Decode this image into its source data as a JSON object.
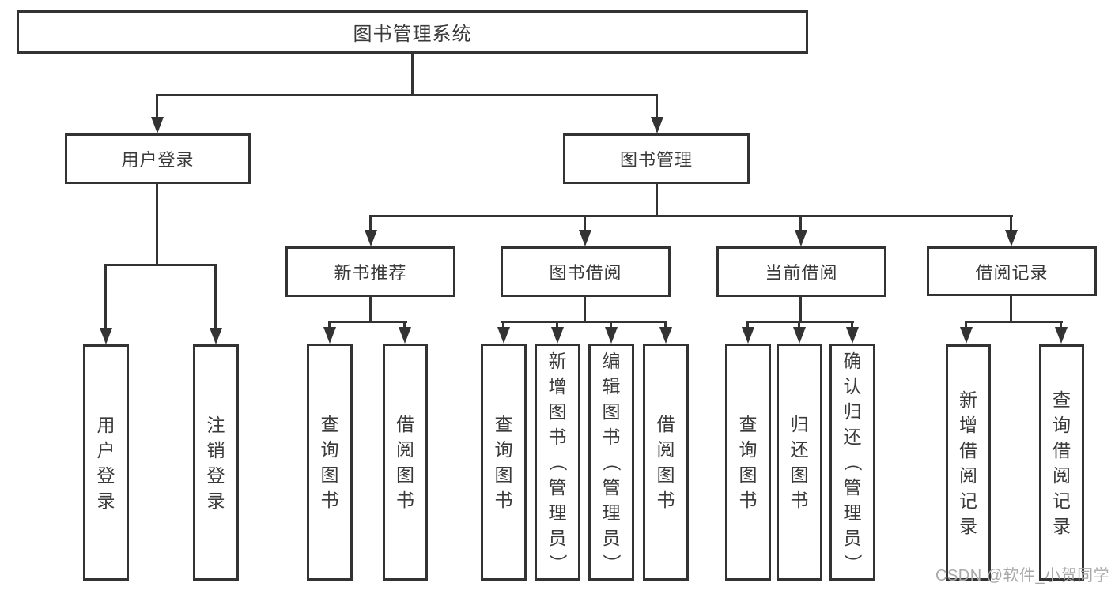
{
  "tree": {
    "label": "图书管理系统",
    "children": [
      {
        "label": "用户登录",
        "children": [
          {
            "label": "用户登录"
          },
          {
            "label": "注销登录"
          }
        ]
      },
      {
        "label": "图书管理",
        "children": [
          {
            "label": "新书推荐",
            "children": [
              {
                "label": "查询图书"
              },
              {
                "label": "借阅图书"
              }
            ]
          },
          {
            "label": "图书借阅",
            "children": [
              {
                "label": "查询图书"
              },
              {
                "label": "新增图书（管理员）"
              },
              {
                "label": "编辑图书（管理员）"
              },
              {
                "label": "借阅图书"
              }
            ]
          },
          {
            "label": "当前借阅",
            "children": [
              {
                "label": "查询图书"
              },
              {
                "label": "归还图书"
              },
              {
                "label": "确认归还（管理员）"
              }
            ]
          },
          {
            "label": "借阅记录",
            "children": [
              {
                "label": "新增借阅记录"
              },
              {
                "label": "查询借阅记录"
              }
            ]
          }
        ]
      }
    ]
  },
  "watermark": {
    "text": "CSDN @软件_小贺同学"
  },
  "colors": {
    "line": "#333333",
    "text": "#3a3a3a",
    "watermark": "#a9a9a9",
    "background": "#ffffff"
  }
}
